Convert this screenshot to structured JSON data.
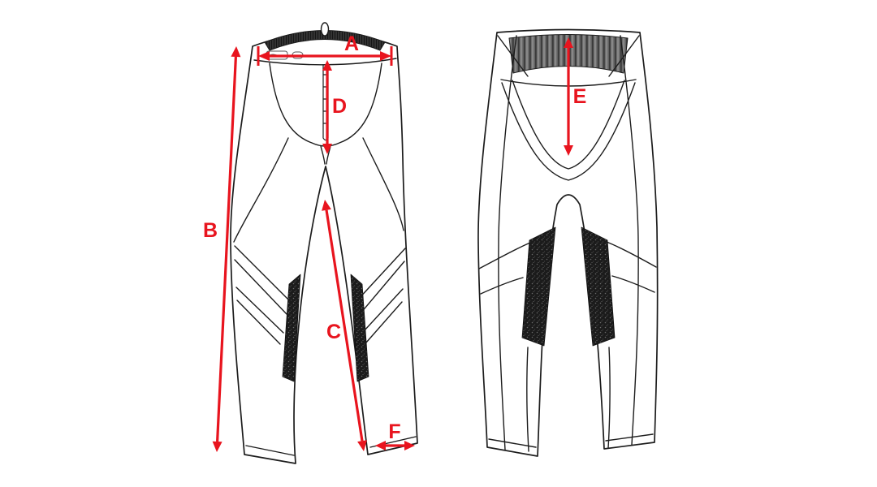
{
  "measurement_labels": {
    "A": "A",
    "B": "B",
    "C": "C",
    "D": "D",
    "E": "E",
    "F": "F"
  },
  "colors": {
    "arrow_red": "#e8141e",
    "line_black": "#1c1c1c",
    "fabric_white": "#ffffff",
    "dark_panel": "#1f1f1f",
    "front_waistband_mesh": "#3a3a3a",
    "back_waistband_gray": "#6e6e6e"
  }
}
